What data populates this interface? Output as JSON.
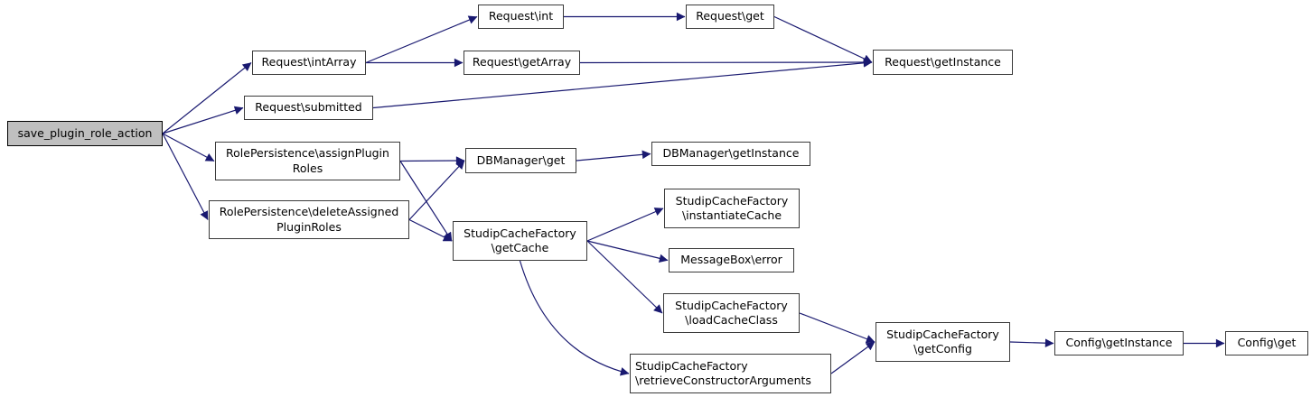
{
  "diagram": {
    "type": "call-graph",
    "edge_color": "#191970",
    "root_fill": "#bfbfbf",
    "node_fill": "#ffffff",
    "root": "save_plugin_role_action",
    "nodes": [
      {
        "id": "save_plugin_role_action",
        "label": "save_plugin_role_action",
        "role": "root"
      },
      {
        "id": "request_int",
        "label": "Request\\int"
      },
      {
        "id": "request_get",
        "label": "Request\\get"
      },
      {
        "id": "request_intarray",
        "label": "Request\\intArray"
      },
      {
        "id": "request_getarray",
        "label": "Request\\getArray"
      },
      {
        "id": "request_getinstance",
        "label": "Request\\getInstance"
      },
      {
        "id": "request_submitted",
        "label": "Request\\submitted"
      },
      {
        "id": "assign_plugin_roles",
        "label": "RolePersistence\\assignPlugin\nRoles"
      },
      {
        "id": "dbmanager_get",
        "label": "DBManager\\get"
      },
      {
        "id": "dbmanager_getinstance",
        "label": "DBManager\\getInstance"
      },
      {
        "id": "delete_assigned_plugin_roles",
        "label": "RolePersistence\\deleteAssigned\nPluginRoles"
      },
      {
        "id": "get_cache",
        "label": "StudipCacheFactory\n\\getCache"
      },
      {
        "id": "instantiate_cache",
        "label": "StudipCacheFactory\n\\instantiateCache"
      },
      {
        "id": "messagebox_error",
        "label": "MessageBox\\error"
      },
      {
        "id": "load_cache_class",
        "label": "StudipCacheFactory\n\\loadCacheClass"
      },
      {
        "id": "retrieve_constructor_arguments",
        "label": "StudipCacheFactory\n\\retrieveConstructorArguments"
      },
      {
        "id": "get_config",
        "label": "StudipCacheFactory\n\\getConfig"
      },
      {
        "id": "config_getinstance",
        "label": "Config\\getInstance"
      },
      {
        "id": "config_get",
        "label": "Config\\get"
      }
    ],
    "edges": [
      {
        "from": "save_plugin_role_action",
        "to": "request_intarray"
      },
      {
        "from": "save_plugin_role_action",
        "to": "request_submitted"
      },
      {
        "from": "save_plugin_role_action",
        "to": "assign_plugin_roles"
      },
      {
        "from": "save_plugin_role_action",
        "to": "delete_assigned_plugin_roles"
      },
      {
        "from": "request_intarray",
        "to": "request_int"
      },
      {
        "from": "request_intarray",
        "to": "request_getarray"
      },
      {
        "from": "request_int",
        "to": "request_get"
      },
      {
        "from": "request_get",
        "to": "request_getinstance"
      },
      {
        "from": "request_getarray",
        "to": "request_getinstance"
      },
      {
        "from": "request_submitted",
        "to": "request_getinstance"
      },
      {
        "from": "assign_plugin_roles",
        "to": "dbmanager_get"
      },
      {
        "from": "assign_plugin_roles",
        "to": "get_cache"
      },
      {
        "from": "delete_assigned_plugin_roles",
        "to": "dbmanager_get"
      },
      {
        "from": "delete_assigned_plugin_roles",
        "to": "get_cache"
      },
      {
        "from": "dbmanager_get",
        "to": "dbmanager_getinstance"
      },
      {
        "from": "get_cache",
        "to": "instantiate_cache"
      },
      {
        "from": "get_cache",
        "to": "messagebox_error"
      },
      {
        "from": "get_cache",
        "to": "load_cache_class"
      },
      {
        "from": "get_cache",
        "to": "retrieve_constructor_arguments"
      },
      {
        "from": "load_cache_class",
        "to": "get_config"
      },
      {
        "from": "retrieve_constructor_arguments",
        "to": "get_config"
      },
      {
        "from": "get_config",
        "to": "config_getinstance"
      },
      {
        "from": "config_getinstance",
        "to": "config_get"
      }
    ]
  }
}
